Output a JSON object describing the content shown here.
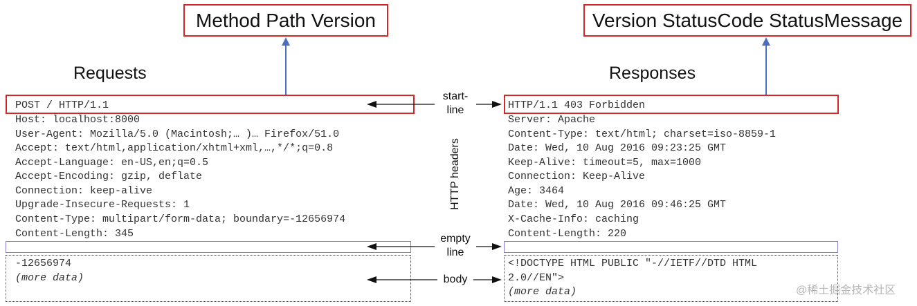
{
  "request_title": "Method Path Version",
  "response_title": "Version StatusCode StatusMessage",
  "requests_heading": "Requests",
  "responses_heading": "Responses",
  "labels": {
    "start_line_1": "start-",
    "start_line_2": "line",
    "http_headers": "HTTP headers",
    "empty_line_1": "empty",
    "empty_line_2": "line",
    "body": "body"
  },
  "request": {
    "start_line": "POST / HTTP/1.1",
    "headers": [
      "Host: localhost:8000",
      "User-Agent: Mozilla/5.0 (Macintosh;… )… Firefox/51.0",
      "Accept: text/html,application/xhtml+xml,…,*/*;q=0.8",
      "Accept-Language: en-US,en;q=0.5",
      "Accept-Encoding: gzip, deflate",
      "Connection: keep-alive",
      "Upgrade-Insecure-Requests: 1",
      "Content-Type: multipart/form-data; boundary=-12656974",
      "Content-Length: 345"
    ],
    "body": [
      "-12656974",
      "(more data)"
    ]
  },
  "response": {
    "start_line": "HTTP/1.1 403 Forbidden",
    "headers": [
      "Server: Apache",
      "Content-Type: text/html; charset=iso-8859-1",
      "Date: Wed, 10 Aug 2016 09:23:25 GMT",
      "Keep-Alive: timeout=5, max=1000",
      "Connection: Keep-Alive",
      "Age: 3464",
      "Date: Wed, 10 Aug 2016 09:46:25 GMT",
      "X-Cache-Info: caching",
      "Content-Length: 220"
    ],
    "body": [
      "<!DOCTYPE HTML PUBLIC \"-//IETF//DTD HTML",
      "2.0//EN\">",
      "(more data)"
    ]
  },
  "watermark": "@稀土掘金技术社区",
  "colors": {
    "red_box": "#d32626",
    "blue_arrow": "#4a6fc2",
    "blue_line": "#7b7bd8"
  }
}
